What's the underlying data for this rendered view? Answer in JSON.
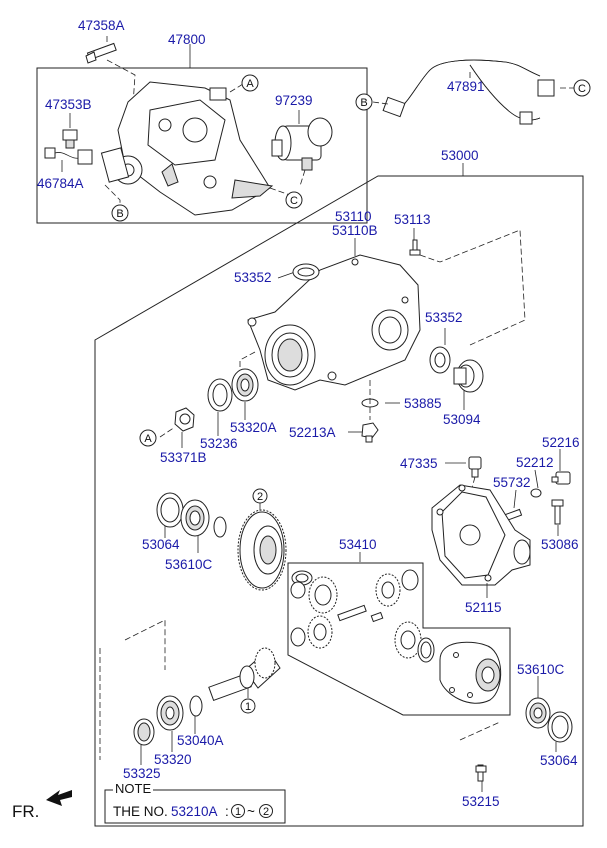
{
  "parts": {
    "p47358A": "47358A",
    "p47800": "47800",
    "p47353B": "47353B",
    "p46784A": "46784A",
    "p97239": "97239",
    "p47891": "47891",
    "p53000": "53000",
    "p53110": "53110",
    "p53110B": "53110B",
    "p53113": "53113",
    "p53352a": "53352",
    "p53352b": "53352",
    "p53094": "53094",
    "p53885": "53885",
    "p52213A": "52213A",
    "p53371B": "53371B",
    "p53236": "53236",
    "p53320A": "53320A",
    "p47335": "47335",
    "p52216": "52216",
    "p52212": "52212",
    "p55732": "55732",
    "p53086": "53086",
    "p52115": "52115",
    "p53064a": "53064",
    "p53610Ca": "53610C",
    "p53410": "53410",
    "p53610Cb": "53610C",
    "p53064b": "53064",
    "p53040A": "53040A",
    "p53320": "53320",
    "p53325": "53325",
    "p53215": "53215"
  },
  "callouts": {
    "A": "A",
    "B": "B",
    "C": "C",
    "one": "1",
    "two": "2"
  },
  "note": {
    "title": "NOTE",
    "prefix": "THE NO.",
    "part": "53210A",
    "suffix": ":",
    "range_start": "1",
    "range_sep": "~",
    "range_end": "2"
  },
  "direction_label": "FR.",
  "colors": {
    "part_number": "#1a1aa8",
    "line": "#222222"
  }
}
